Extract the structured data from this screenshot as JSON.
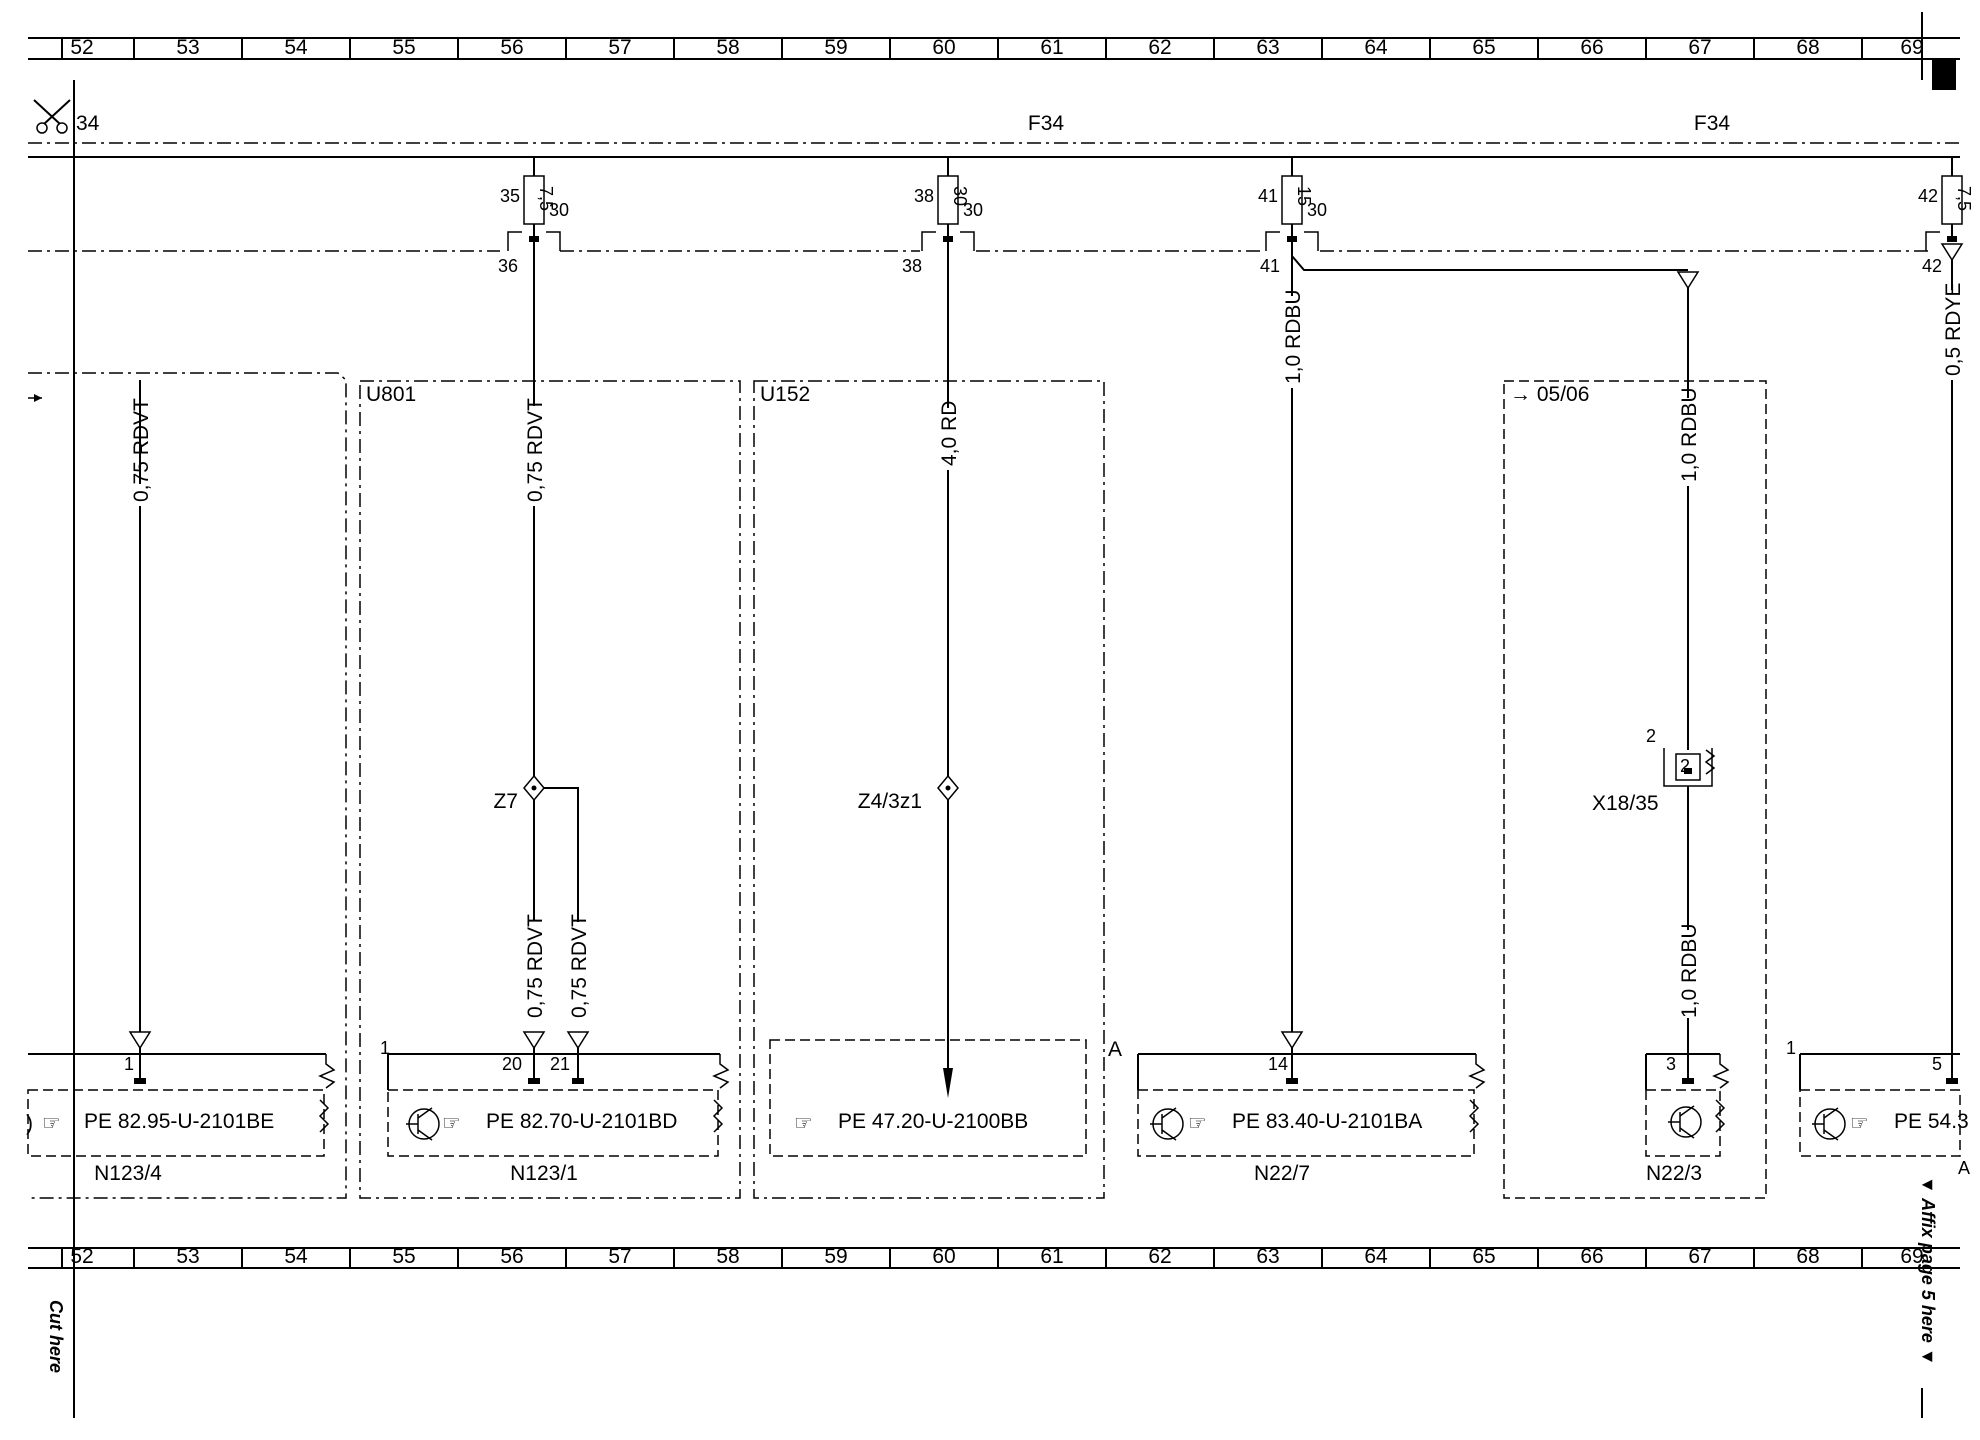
{
  "grid": {
    "top": [
      "52",
      "53",
      "54",
      "55",
      "56",
      "57",
      "58",
      "59",
      "60",
      "61",
      "62",
      "63",
      "64",
      "65",
      "66",
      "67",
      "68",
      "69"
    ],
    "bottom": [
      "52",
      "53",
      "54",
      "55",
      "56",
      "57",
      "58",
      "59",
      "60",
      "61",
      "62",
      "63",
      "64",
      "65",
      "66",
      "67",
      "68",
      "69"
    ]
  },
  "header": {
    "cut_ref": "34",
    "bus_label_1": "F34",
    "bus_label_2": "F34"
  },
  "fuses": [
    {
      "id": "35",
      "rating": "7,5",
      "terminal": "30",
      "connector": "36"
    },
    {
      "id": "38",
      "rating": "30",
      "terminal": "30",
      "connector": "38"
    },
    {
      "id": "41",
      "rating": "15",
      "terminal": "30",
      "connector": "41"
    },
    {
      "id": "42",
      "rating": "7,5",
      "terminal": "",
      "connector": "42"
    }
  ],
  "wires": {
    "w1": "0,75 RDVT",
    "w2": "0,75 RDVT",
    "w2a": "0,75 RDVT",
    "w2b": "0,75 RDVT",
    "w3": "4,0 RD",
    "w4": "1,0 RDBU",
    "w5a": "1,0 RDBU",
    "w5b": "1,0 RDBU",
    "w6": "0,5 RDYE"
  },
  "zones": {
    "u801": "U801",
    "u152": "U152",
    "ref0506": "→ 05/06"
  },
  "splices": {
    "z7": "Z7",
    "z43": "Z4/3z1"
  },
  "connector_x18": {
    "label": "X18/35",
    "pin_outer": "2",
    "pin_inner": "2"
  },
  "components": [
    {
      "id": "N123/4",
      "ref": "PE 82.95-U-2101BE",
      "pin": "1"
    },
    {
      "id": "N123/1",
      "ref": "PE 82.70-U-2101BD",
      "pin_a": "20",
      "pin_b": "21",
      "corner": "1"
    },
    {
      "id": "",
      "ref": "PE 47.20-U-2100BB",
      "corner": "A"
    },
    {
      "id": "N22/7",
      "ref": "PE 83.40-U-2101BA",
      "pin": "14"
    },
    {
      "id": "N22/3",
      "ref": "",
      "pin": "3"
    },
    {
      "id": "",
      "ref": "PE 54.3",
      "pin": "5",
      "corner": "1",
      "corner_b": "A"
    }
  ],
  "margin_notes": {
    "cut_here": "Cut here",
    "affix": "▼ Affix page 5 here ▼"
  },
  "icons": {
    "scissors": "scissors-icon",
    "pointer": "pointing-hand-icon",
    "transistor": "transistor-icon",
    "ground": "ground-arrow-icon",
    "resistor": "zigzag-icon"
  }
}
